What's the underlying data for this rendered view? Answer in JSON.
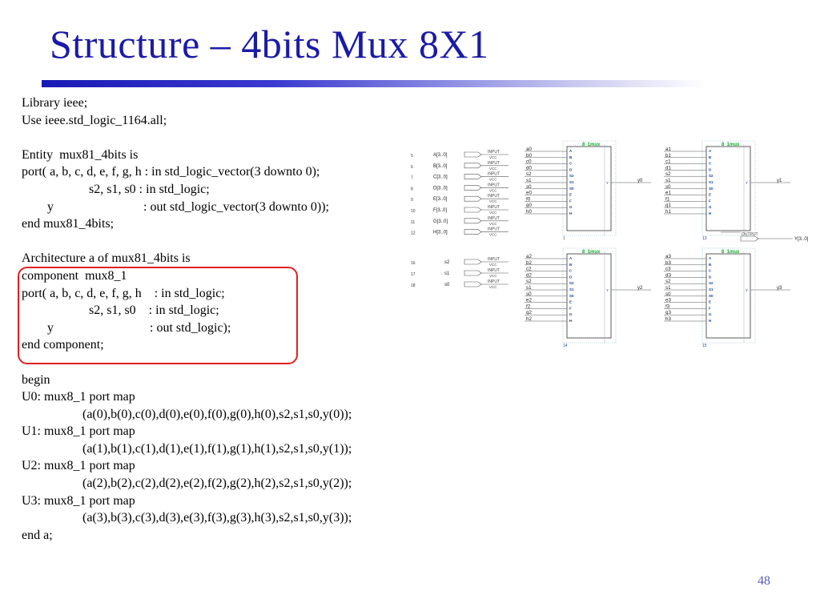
{
  "slide": {
    "title": "Structure – 4bits Mux 8X1",
    "page_number": "48"
  },
  "code_lines": [
    "Library ieee;",
    "Use ieee.std_logic_1164.all;",
    "",
    "Entity  mux81_4bits is",
    "port( a, b, c, d, e, f, g, h : in std_logic_vector(3 downto 0);",
    "                     s2, s1, s0 : in std_logic;",
    "        y                            : out std_logic_vector(3 downto 0));",
    "end mux81_4bits;",
    "",
    "Architecture a of mux81_4bits is",
    "component  mux8_1",
    "port( a, b, c, d, e, f, g, h    : in std_logic;",
    "                     s2, s1, s0    : in std_logic;",
    "        y                              : out std_logic);",
    "end component;",
    "",
    "begin",
    "U0: mux8_1 port map",
    "                   (a(0),b(0),c(0),d(0),e(0),f(0),g(0),h(0),s2,s1,s0,y(0));",
    "U1: mux8_1 port map",
    "                   (a(1),b(1),c(1),d(1),e(1),f(1),g(1),h(1),s2,s1,s0,y(1));",
    "U2: mux8_1 port map",
    "                   (a(2),b(2),c(2),d(2),e(2),f(2),g(2),h(2),s2,s1,s0,y(2));",
    "U3: mux8_1 port map",
    "                   (a(3),b(3),c(3),d(3),e(3),f(3),g(3),h(3),s2,s1,s0,y(3));",
    "end a;"
  ],
  "schematic": {
    "bus_inputs": [
      {
        "pin": "5",
        "name": "A[3..0]"
      },
      {
        "pin": "6",
        "name": "B[3..0]"
      },
      {
        "pin": "7",
        "name": "C[3..0]"
      },
      {
        "pin": "8",
        "name": "D[3..0]"
      },
      {
        "pin": "9",
        "name": "E[3..0]"
      },
      {
        "pin": "10",
        "name": "F[3..0]"
      },
      {
        "pin": "11",
        "name": "G[3..0]"
      },
      {
        "pin": "12",
        "name": "H[3..0]"
      }
    ],
    "select_inputs": [
      {
        "pin": "16",
        "name": "s2"
      },
      {
        "pin": "17",
        "name": "s1"
      },
      {
        "pin": "18",
        "name": "s0"
      }
    ],
    "input_tag": "INPUT",
    "vcc_tag": "VCC",
    "output_tag": "OUTPUT",
    "output_name": "Y[3..0]",
    "block_title": "8_1mux",
    "block_ports": [
      "A",
      "B",
      "C",
      "D",
      "S2",
      "S1",
      "S0",
      "E",
      "F",
      "G",
      "H"
    ],
    "block_out_port": "Y",
    "blocks": [
      {
        "signals": [
          "a0",
          "b0",
          "c0",
          "d0",
          "s2",
          "s1",
          "s0",
          "e0",
          "f0",
          "g0",
          "h0"
        ],
        "out": "y0",
        "inst": "1"
      },
      {
        "signals": [
          "a1",
          "b1",
          "c1",
          "d1",
          "s2",
          "s1",
          "s0",
          "e1",
          "f1",
          "g1",
          "h1"
        ],
        "out": "y1",
        "inst": "13"
      },
      {
        "signals": [
          "a2",
          "b2",
          "c2",
          "d2",
          "s2",
          "s1",
          "s0",
          "e2",
          "f2",
          "g2",
          "h2"
        ],
        "out": "y2",
        "inst": "14"
      },
      {
        "signals": [
          "a3",
          "b3",
          "c3",
          "d3",
          "s2",
          "s1",
          "s0",
          "e3",
          "f3",
          "g3",
          "h3"
        ],
        "out": "y3",
        "inst": "15"
      }
    ]
  }
}
